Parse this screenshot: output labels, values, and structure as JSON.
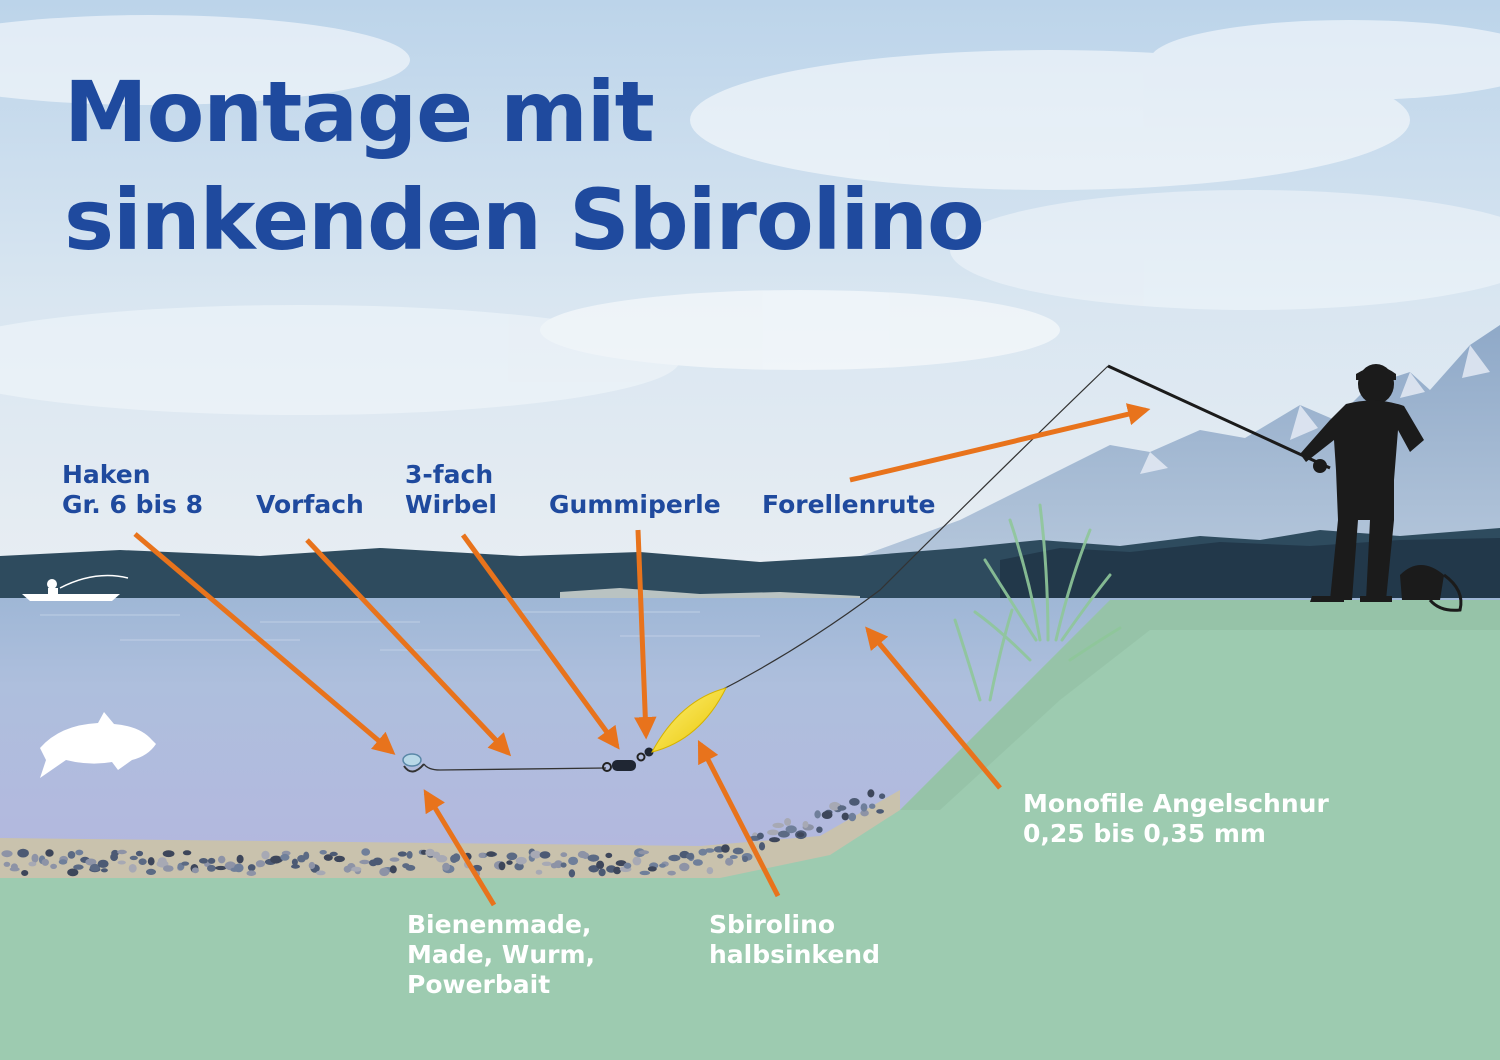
{
  "title": {
    "line1": "Montage mit",
    "line2": "sinkenden Sbirolino"
  },
  "labels": {
    "haken": {
      "line1": "Haken",
      "line2": "Gr. 6 bis 8"
    },
    "vorfach": {
      "line1": "Vorfach"
    },
    "wirbel": {
      "line1": "3-fach",
      "line2": "Wirbel"
    },
    "gummiperle": {
      "line1": "Gummiperle"
    },
    "forellenrute": {
      "line1": "Forellenrute"
    },
    "angelschnur": {
      "line1": "Monofile Angelschnur",
      "line2": "0,25 bis 0,35 mm"
    },
    "koeder": {
      "line1": "Bienenmade,",
      "line2": "Made, Wurm,",
      "line3": "Powerbait"
    },
    "sbirolino": {
      "line1": "Sbirolino",
      "line2": "halbsinkend"
    }
  },
  "colors": {
    "title": "#1f4a9e",
    "arrow": "#e8731c",
    "ground": "#9dcbb0",
    "water": "#a9b9dd",
    "sbirolino": "#f5d60f"
  }
}
